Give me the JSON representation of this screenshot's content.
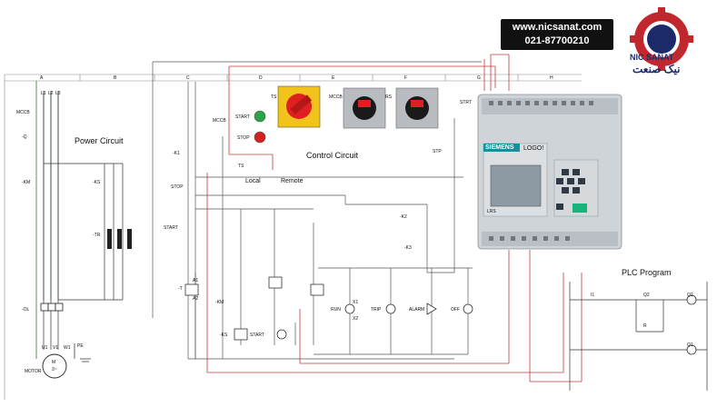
{
  "branding": {
    "website": "www.nicsanat.com",
    "phone": "021-87700210",
    "name_en": "NIC SANAT",
    "name_fa": "نیک صنعت",
    "colors": {
      "gear": "#c0282d",
      "navy": "#1b2a6b",
      "box": "#111111"
    }
  },
  "sections": {
    "power": "Power Circuit",
    "control": "Control Circuit",
    "plc": "PLC Program"
  },
  "grid_columns": [
    "A",
    "B",
    "C",
    "D",
    "E",
    "F",
    "G",
    "H"
  ],
  "power_labels": {
    "l1": "L1",
    "l2": "L2",
    "l3": "L3",
    "mccb": "MCCB",
    "q": "-Q",
    "km": "-KM",
    "ks": "-KS",
    "ol": "-OL",
    "motor": "MOTOR",
    "u1": "U1",
    "v1": "V1",
    "w1": "W1",
    "pe": "PE",
    "motor_m": "M",
    "motor_3": "3~",
    "tr": "-TR"
  },
  "control_labels": {
    "mccb": "MCCB",
    "start": "START",
    "stop": "STOP",
    "ts": "TS",
    "local": "Local",
    "remote": "Remote",
    "stp": "STP",
    "strt": "STRT",
    "k1": "-K1",
    "k2": "-K2",
    "k3": "-K3",
    "km": "-KM",
    "ks": "-KS",
    "run": "RUN",
    "trip": "TRIP",
    "alarm": "ALARM",
    "off": "OFF",
    "t": "-T",
    "a1": "A1",
    "a2": "A2",
    "x1": "X1",
    "x2": "X2"
  },
  "selector_labels": [
    "TS",
    "MCCB",
    "RS"
  ],
  "plc": {
    "brand": "SIEMENS",
    "model": "LOGO!",
    "code": "LRS",
    "labels": {
      "i1": "I1",
      "q2": "Q2",
      "r": "R",
      "q1": "Q1"
    }
  },
  "buttons": {
    "start_color": "#2aa34a",
    "stop_color": "#d62020"
  }
}
